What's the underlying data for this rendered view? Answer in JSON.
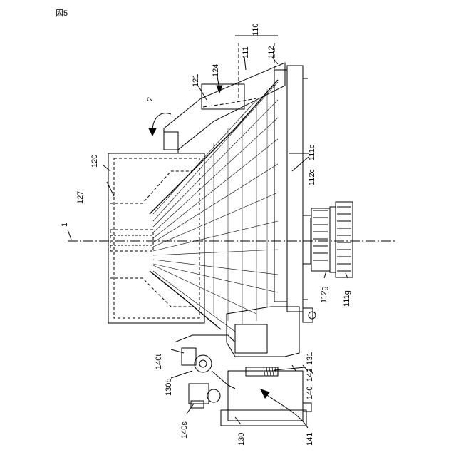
{
  "figure_title": "図5",
  "labels": {
    "l110": "110",
    "l111": "111",
    "l112": "112",
    "l124": "124",
    "l121": "121",
    "l2": "2",
    "l120": "120",
    "l127": "127",
    "l1": "1",
    "l111c": "111c",
    "l112c": "112c",
    "l112g": "112g",
    "l111g": "111g",
    "l140t": "140t",
    "l130b": "130b",
    "l140s": "140s",
    "l130": "130",
    "l131": "131",
    "l142": "142",
    "l140": "140",
    "l141": "141"
  }
}
